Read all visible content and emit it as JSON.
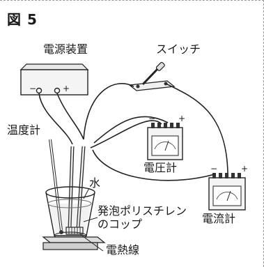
{
  "figure": {
    "label": "図 5"
  },
  "labels": {
    "power_supply": "電源装置",
    "switch": "スイッチ",
    "thermometer": "温度計",
    "voltmeter": "電圧計",
    "ammeter": "電流計",
    "water": "水",
    "cup_line1": "発泡ポリスチレン",
    "cup_line2": "のコップ",
    "heater": "電熱線",
    "minus": "−",
    "plus": "+"
  }
}
